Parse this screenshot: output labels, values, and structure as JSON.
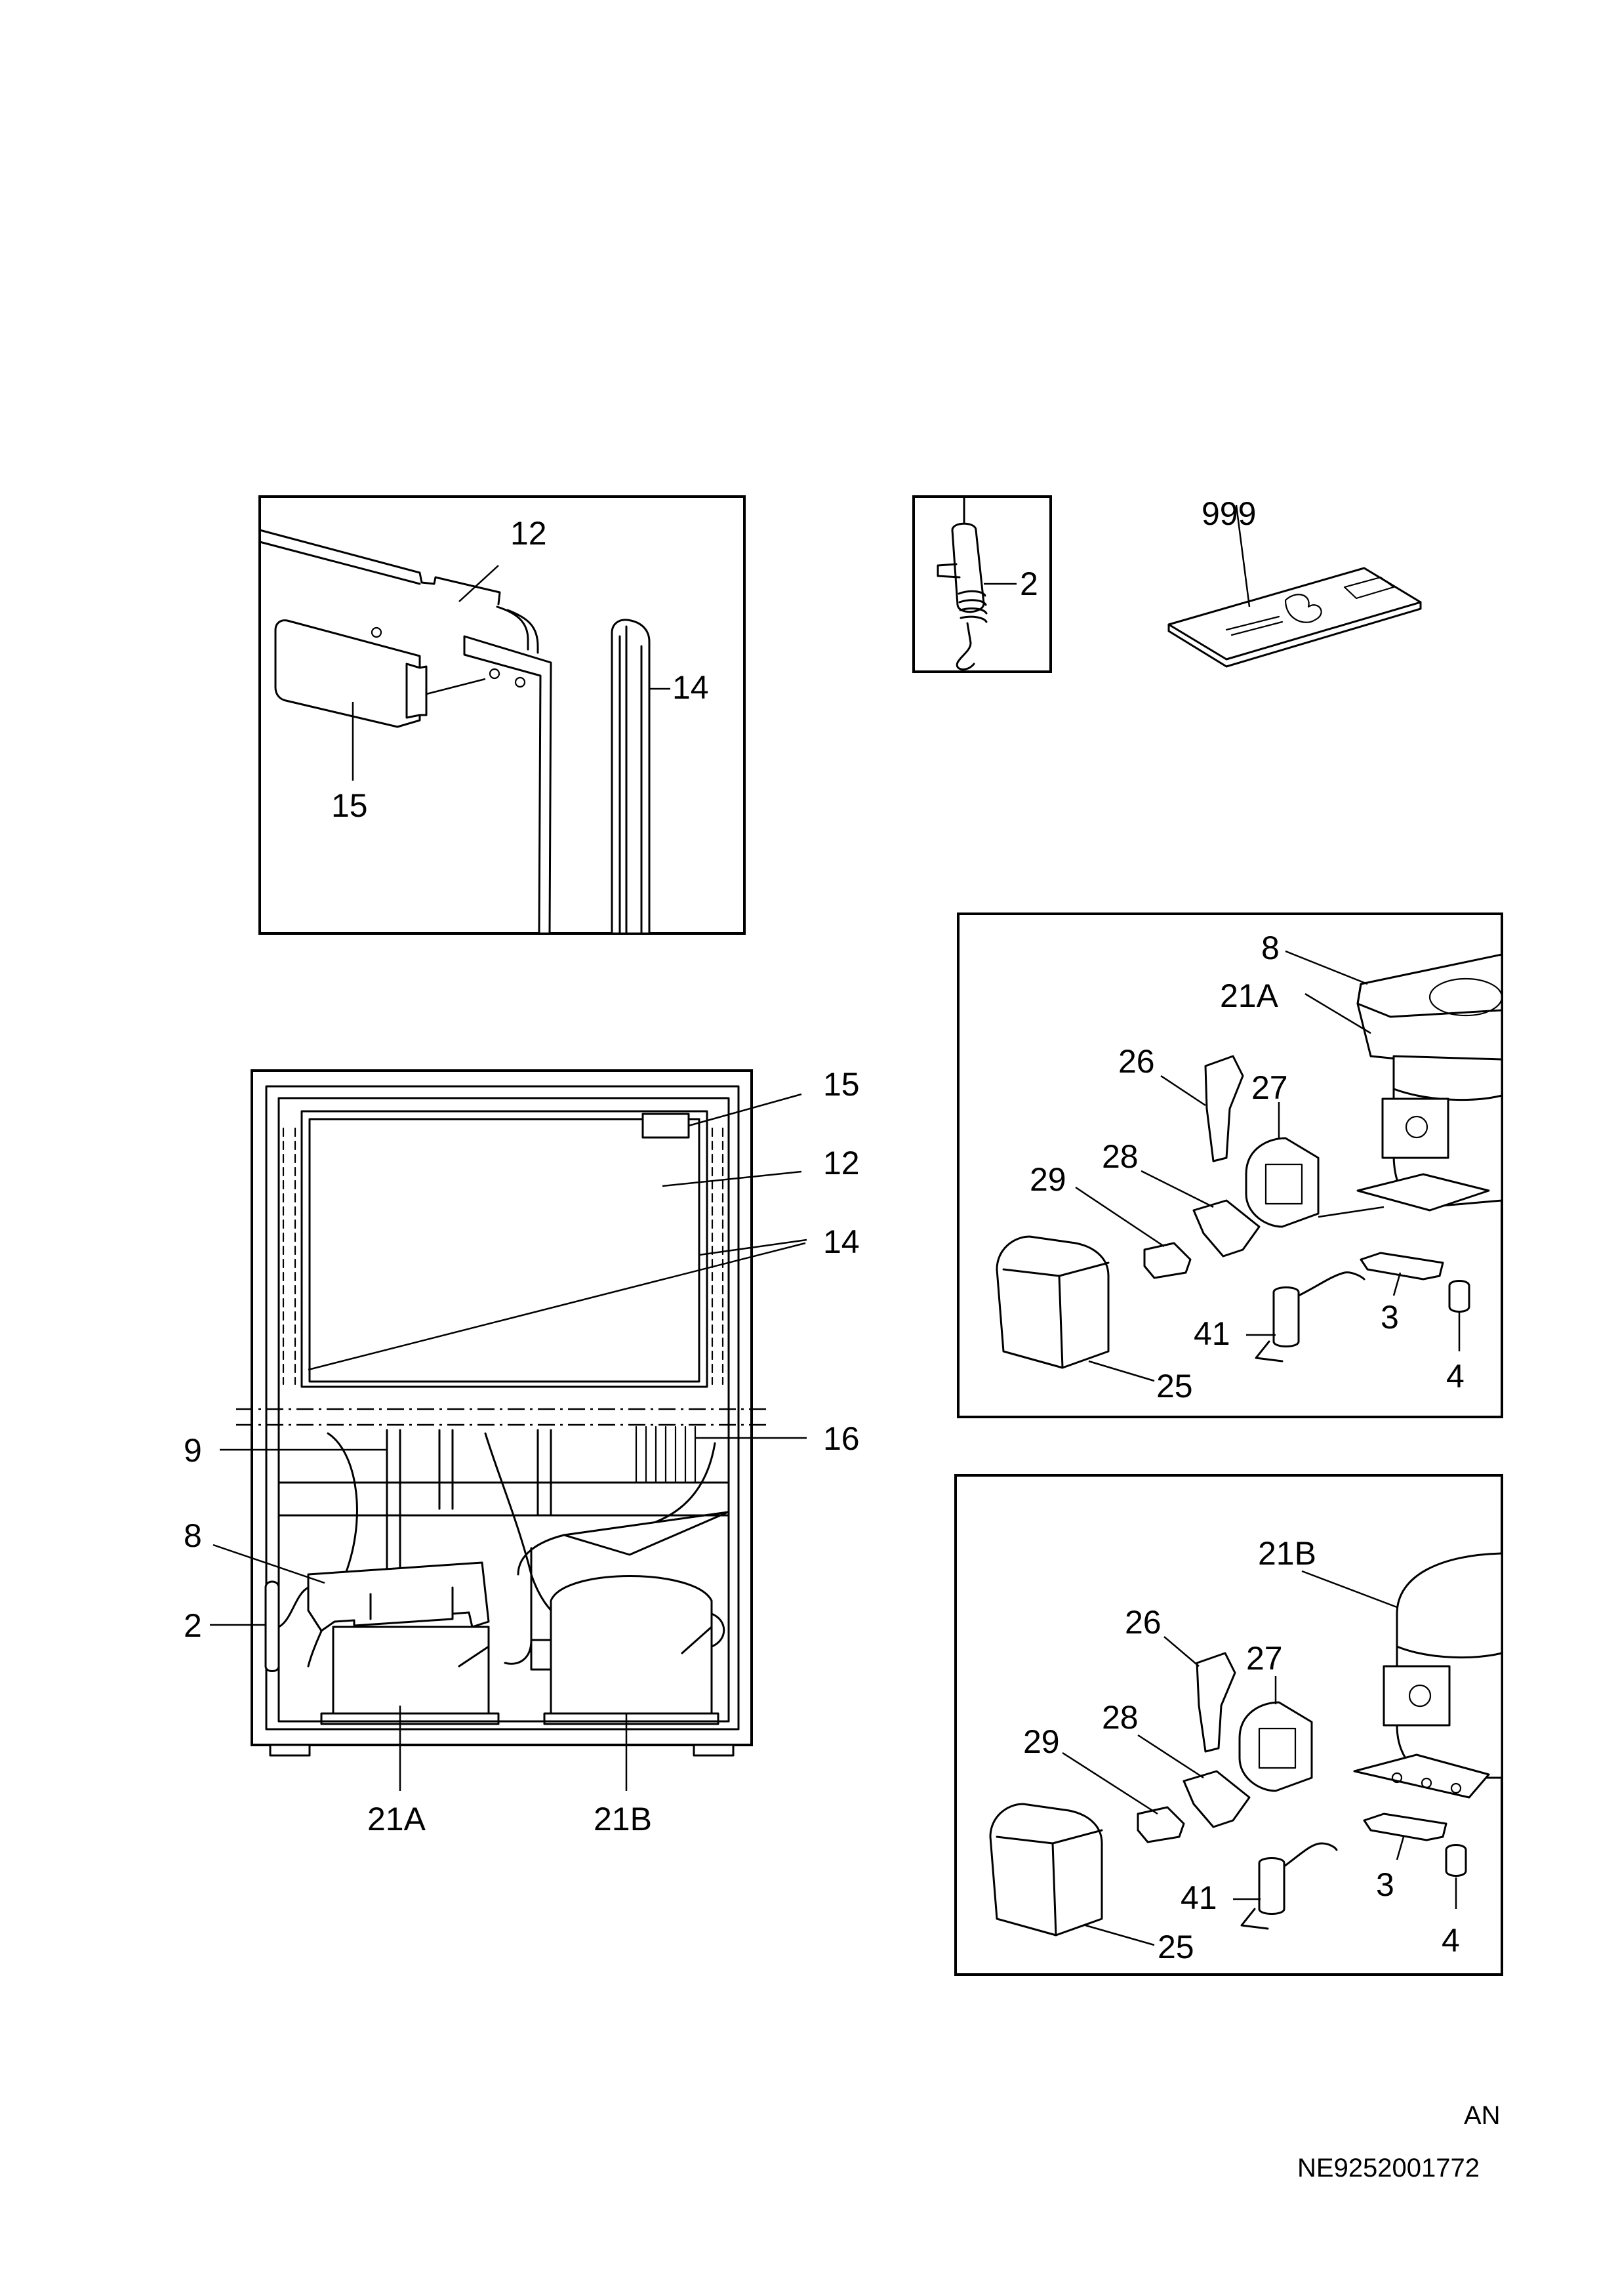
{
  "document": {
    "footer_code": "AN",
    "part_number": "NE9252001772"
  },
  "panels": {
    "door": {
      "callouts": [
        "12",
        "14",
        "15"
      ]
    },
    "spring": {
      "callouts": [
        "2"
      ]
    },
    "manual": {
      "callouts": [
        "999"
      ]
    },
    "cabinet": {
      "callouts": [
        "15",
        "12",
        "14",
        "16",
        "9",
        "8",
        "2",
        "21A",
        "21B"
      ]
    },
    "compressor_a": {
      "callouts": [
        "8",
        "21A",
        "26",
        "27",
        "28",
        "29",
        "41",
        "3",
        "4",
        "25"
      ]
    },
    "compressor_b": {
      "callouts": [
        "21B",
        "26",
        "27",
        "28",
        "29",
        "41",
        "3",
        "4",
        "25"
      ]
    }
  }
}
